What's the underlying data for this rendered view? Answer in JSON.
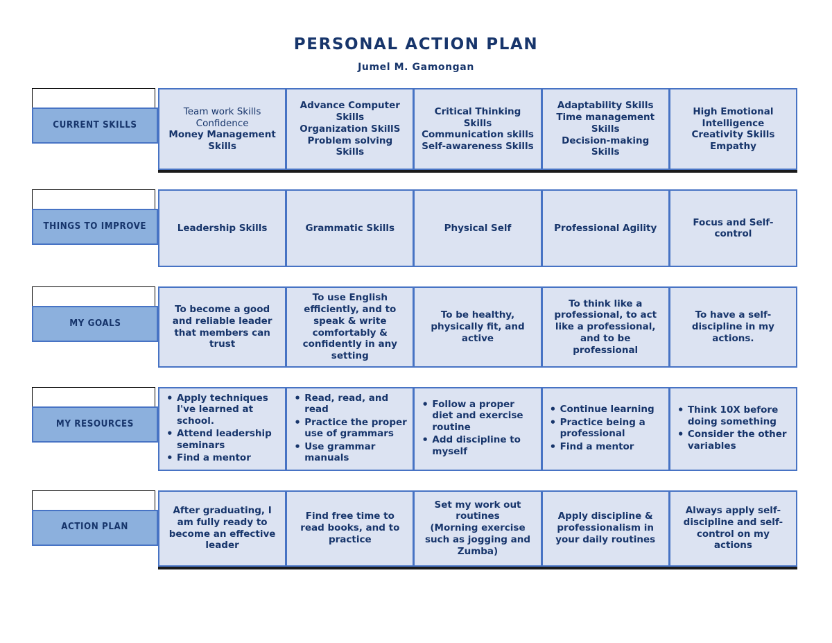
{
  "document": {
    "title": "PERSONAL ACTION PLAN",
    "author": "Jumel M. Gamongan"
  },
  "colors": {
    "title_navy": "#17356b",
    "cell_fill": "#dce3f2",
    "cell_border": "#4773c4",
    "label_fill": "#8cb0dd",
    "shadow": "#1a1a1a"
  },
  "rows": [
    {
      "label": "CURRENT SKILLS",
      "shadow": true,
      "cells": [
        {
          "lines": [
            {
              "text": "Team work Skills",
              "weight": "light"
            },
            {
              "text": "Confidence",
              "weight": "light"
            },
            {
              "text": "Money Management",
              "weight": "bold"
            },
            {
              "text": "Skills",
              "weight": "bold"
            }
          ]
        },
        {
          "lines": [
            {
              "text": "Advance Computer",
              "weight": "bold"
            },
            {
              "text": "Skills",
              "weight": "bold"
            },
            {
              "text": "Organization SkillS",
              "weight": "bold"
            },
            {
              "text": "Problem solving",
              "weight": "bold"
            },
            {
              "text": "Skills",
              "weight": "bold"
            }
          ]
        },
        {
          "lines": [
            {
              "text": "Critical Thinking",
              "weight": "bold"
            },
            {
              "text": "Skills",
              "weight": "bold"
            },
            {
              "text": "Communication skills",
              "weight": "bold"
            },
            {
              "text": "Self-awareness Skills",
              "weight": "bold"
            }
          ]
        },
        {
          "lines": [
            {
              "text": "Adaptability Skills",
              "weight": "bold"
            },
            {
              "text": "Time management",
              "weight": "bold"
            },
            {
              "text": "Skills",
              "weight": "bold"
            },
            {
              "text": "Decision-making",
              "weight": "bold"
            },
            {
              "text": "Skills",
              "weight": "bold"
            }
          ]
        },
        {
          "lines": [
            {
              "text": "High Emotional",
              "weight": "bold"
            },
            {
              "text": "Intelligence",
              "weight": "bold"
            },
            {
              "text": "Creativity Skills",
              "weight": "bold"
            },
            {
              "text": "Empathy",
              "weight": "bold"
            }
          ]
        }
      ]
    },
    {
      "label": "THINGS TO IMPROVE",
      "shadow": false,
      "cells": [
        {
          "lines": [
            {
              "text": "Leadership Skills",
              "weight": "bold"
            }
          ]
        },
        {
          "lines": [
            {
              "text": "Grammatic Skills",
              "weight": "bold"
            }
          ]
        },
        {
          "lines": [
            {
              "text": "Physical Self",
              "weight": "bold"
            }
          ]
        },
        {
          "lines": [
            {
              "text": "Professional Agility",
              "weight": "bold"
            }
          ]
        },
        {
          "lines": [
            {
              "text": "Focus and Self-",
              "weight": "bold"
            },
            {
              "text": "control",
              "weight": "bold"
            }
          ]
        }
      ]
    },
    {
      "label": "MY GOALS",
      "shadow": false,
      "cells": [
        {
          "lines": [
            {
              "text": "To become a good",
              "weight": "bold"
            },
            {
              "text": "and reliable leader",
              "weight": "bold"
            },
            {
              "text": "that members can",
              "weight": "bold"
            },
            {
              "text": "trust",
              "weight": "bold"
            }
          ]
        },
        {
          "lines": [
            {
              "text": "To use English",
              "weight": "bold"
            },
            {
              "text": "efficiently, and to",
              "weight": "bold"
            },
            {
              "text": "speak & write",
              "weight": "bold"
            },
            {
              "text": "comfortably &",
              "weight": "bold"
            },
            {
              "text": "confidently in any",
              "weight": "bold"
            },
            {
              "text": "setting",
              "weight": "bold"
            }
          ]
        },
        {
          "lines": [
            {
              "text": "To be healthy,",
              "weight": "bold"
            },
            {
              "text": "physically fit, and",
              "weight": "bold"
            },
            {
              "text": "active",
              "weight": "bold"
            }
          ]
        },
        {
          "lines": [
            {
              "text": "To think like a",
              "weight": "bold"
            },
            {
              "text": "professional, to act",
              "weight": "bold"
            },
            {
              "text": "like a professional,",
              "weight": "bold"
            },
            {
              "text": "and to be",
              "weight": "bold"
            },
            {
              "text": "professional",
              "weight": "bold"
            }
          ]
        },
        {
          "lines": [
            {
              "text": "To have a self-",
              "weight": "bold"
            },
            {
              "text": "discipline in my",
              "weight": "bold"
            },
            {
              "text": "actions.",
              "weight": "bold"
            }
          ]
        }
      ]
    },
    {
      "label": "MY RESOURCES",
      "shadow": false,
      "cells": [
        {
          "bullets": [
            "Apply techniques I've learned at school.",
            "Attend leadership seminars",
            "Find a mentor"
          ]
        },
        {
          "bullets": [
            "Read, read, and read",
            "Practice the proper use of grammars",
            "Use grammar manuals"
          ]
        },
        {
          "bullets": [
            "Follow a proper diet and exercise routine",
            "Add discipline to myself"
          ]
        },
        {
          "bullets": [
            "Continue learning",
            "Practice being a professional",
            "Find a mentor"
          ]
        },
        {
          "bullets": [
            "Think 10X before doing something",
            "Consider the other variables"
          ]
        }
      ]
    },
    {
      "label": "ACTION PLAN",
      "shadow": true,
      "cells": [
        {
          "lines": [
            {
              "text": "After graduating, I",
              "weight": "bold"
            },
            {
              "text": "am fully ready to",
              "weight": "bold"
            },
            {
              "text": "become an effective",
              "weight": "bold"
            },
            {
              "text": "leader",
              "weight": "bold"
            }
          ]
        },
        {
          "lines": [
            {
              "text": "Find free time to",
              "weight": "bold"
            },
            {
              "text": "read books, and to",
              "weight": "bold"
            },
            {
              "text": "practice",
              "weight": "bold"
            }
          ]
        },
        {
          "lines": [
            {
              "text": "Set my work out",
              "weight": "bold"
            },
            {
              "text": "routines",
              "weight": "bold"
            },
            {
              "text": "(Morning exercise",
              "weight": "bold"
            },
            {
              "text": "such as jogging and",
              "weight": "bold"
            },
            {
              "text": "Zumba)",
              "weight": "bold"
            }
          ]
        },
        {
          "lines": [
            {
              "text": "Apply discipline &",
              "weight": "bold"
            },
            {
              "text": "professionalism in",
              "weight": "bold"
            },
            {
              "text": "your daily routines",
              "weight": "bold"
            }
          ]
        },
        {
          "lines": [
            {
              "text": "Always apply self-",
              "weight": "bold"
            },
            {
              "text": "discipline and self-",
              "weight": "bold"
            },
            {
              "text": "control on my",
              "weight": "bold"
            },
            {
              "text": "actions",
              "weight": "bold"
            }
          ]
        }
      ]
    }
  ]
}
